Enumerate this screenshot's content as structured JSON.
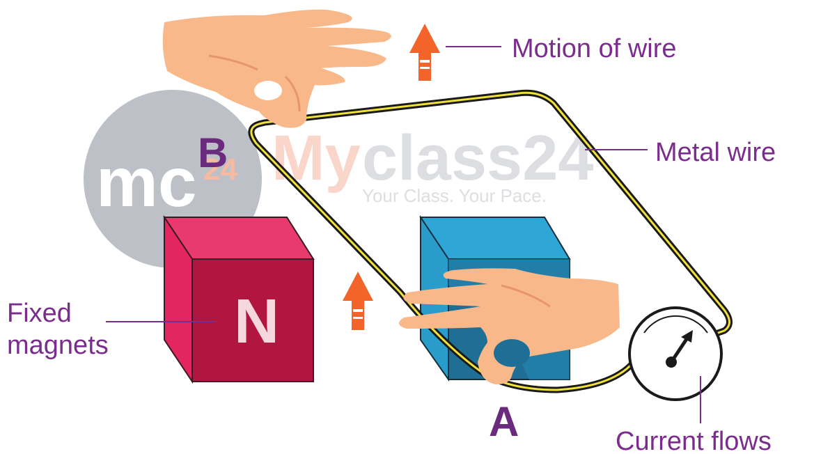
{
  "labels": {
    "motion_of_wire": "Motion of wire",
    "metal_wire": "Metal wire",
    "fixed_magnets_line1": "Fixed",
    "fixed_magnets_line2": "magnets",
    "current_flows": "Current flows",
    "point_a": "A",
    "point_b": "B",
    "north_pole": "N"
  },
  "watermark": {
    "logo_mc": "mc",
    "logo_sup": "24",
    "brand_my": "My",
    "brand_class": "class24",
    "tagline": "Your Class. Your Pace."
  },
  "colors": {
    "label_purple": "#7b2d8e",
    "point_label_purple": "#6a2a7e",
    "arrow_orange": "#f2642a",
    "magnet_red_front": "#b0163f",
    "magnet_red_side": "#e32560",
    "magnet_red_top": "#e83a6c",
    "magnet_blue_front": "#1f6e95",
    "magnet_blue_side": "#2a9ccc",
    "wire_yellow": "#f0e23a",
    "skin": "#f8b88a"
  }
}
